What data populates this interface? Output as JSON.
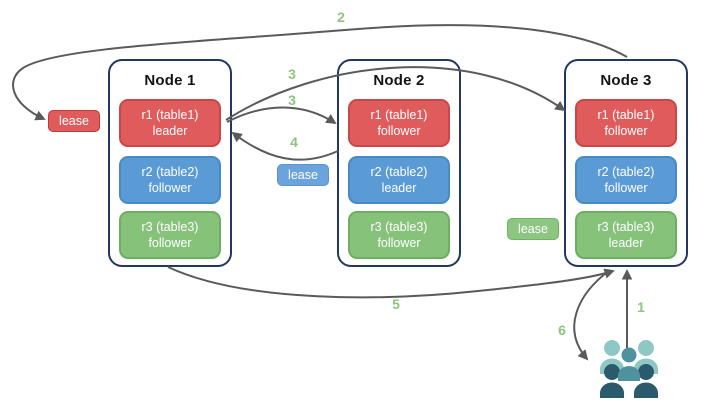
{
  "diagram": {
    "nodes": [
      {
        "title": "Node 1",
        "replicas": [
          {
            "range": "r1 (table1)",
            "role": "leader"
          },
          {
            "range": "r2 (table2)",
            "role": "follower"
          },
          {
            "range": "r3 (table3)",
            "role": "follower"
          }
        ]
      },
      {
        "title": "Node 2",
        "replicas": [
          {
            "range": "r1 (table1)",
            "role": "follower"
          },
          {
            "range": "r2 (table2)",
            "role": "leader"
          },
          {
            "range": "r3 (table3)",
            "role": "follower"
          }
        ]
      },
      {
        "title": "Node 3",
        "replicas": [
          {
            "range": "r1 (table1)",
            "role": "follower"
          },
          {
            "range": "r2 (table2)",
            "role": "follower"
          },
          {
            "range": "r3 (table3)",
            "role": "leader"
          }
        ]
      }
    ],
    "leases": [
      {
        "label": "lease",
        "color": "#e05c5c"
      },
      {
        "label": "lease",
        "color": "#6ba4dd"
      },
      {
        "label": "lease",
        "color": "#8dc680"
      }
    ],
    "steps": [
      {
        "label": "1"
      },
      {
        "label": "2"
      },
      {
        "label": "3"
      },
      {
        "label": "3"
      },
      {
        "label": "4"
      },
      {
        "label": "5"
      },
      {
        "label": "6"
      }
    ],
    "colors": {
      "range1_fill": "#e05c5c",
      "range2_fill": "#5b9bd5",
      "range3_fill": "#87c27b",
      "node_border": "#24375f",
      "arrow": "#5a5a5a",
      "step_label": "#8cc57d",
      "users_light": "#8fc7c4",
      "users_medium": "#4d929e",
      "users_dark": "#2b5a6c"
    }
  }
}
